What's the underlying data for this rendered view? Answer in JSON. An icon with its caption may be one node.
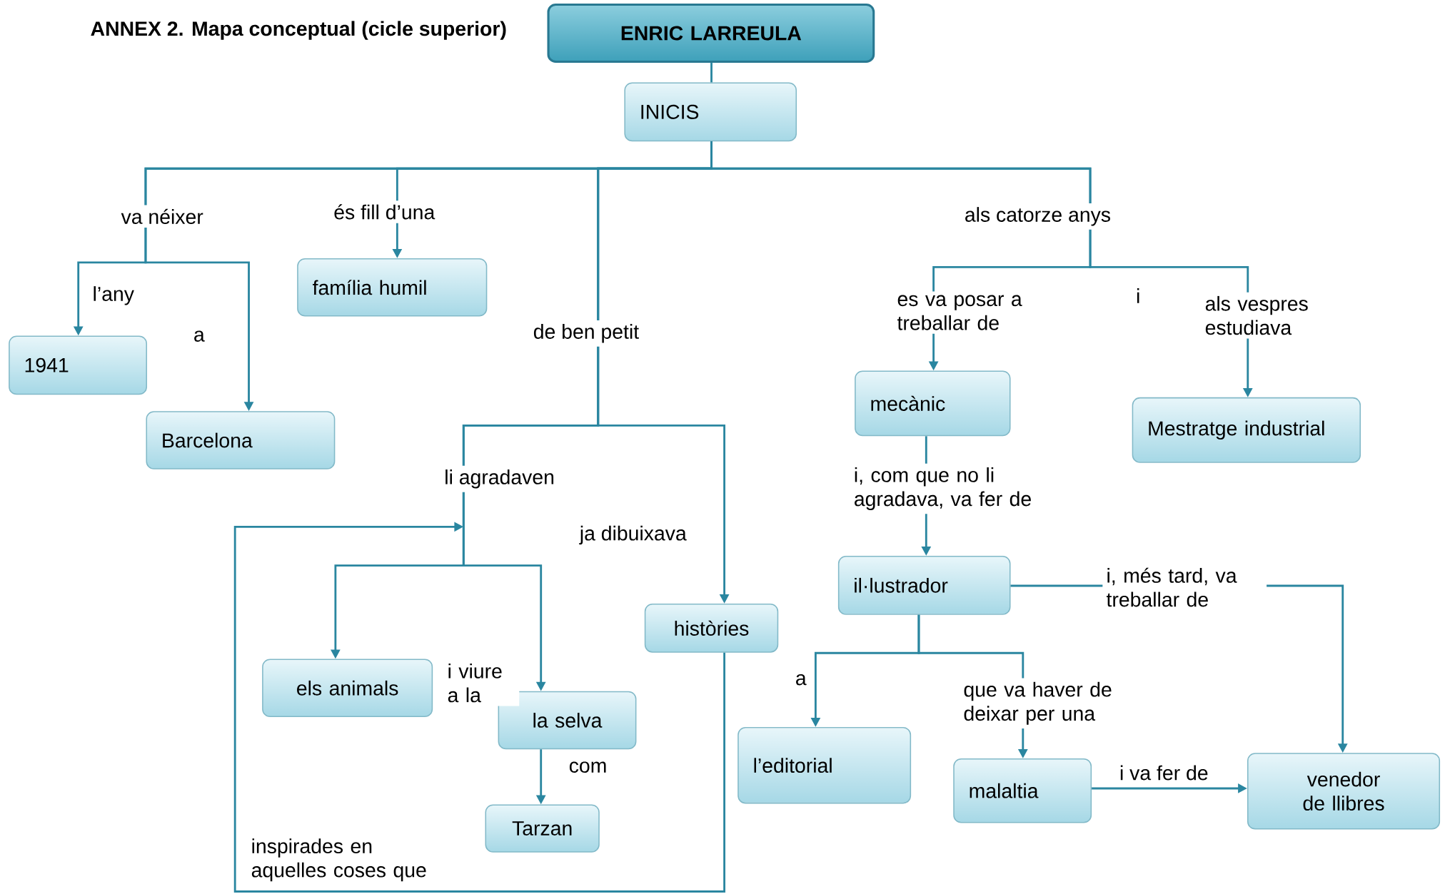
{
  "diagram": {
    "title": "ANNEX 2. Mapa conceptual (cicle superior)",
    "nodes": [
      {
        "text": [
          "ENRIC LARREULA"
        ]
      },
      {
        "text": [
          "INICIS"
        ]
      },
      {
        "text": [
          "família humil"
        ]
      },
      {
        "text": [
          "1941"
        ]
      },
      {
        "text": [
          "Barcelona"
        ]
      },
      {
        "text": [
          "mecànic"
        ]
      },
      {
        "text": [
          "Mestratge industrial"
        ]
      },
      {
        "text": [
          "il·lustrador"
        ]
      },
      {
        "text": [
          "històries"
        ]
      },
      {
        "text": [
          "els animals"
        ]
      },
      {
        "text": [
          "la selva"
        ]
      },
      {
        "text": [
          "Tarzan"
        ]
      },
      {
        "text": [
          "l’editorial"
        ]
      },
      {
        "text": [
          "malaltia"
        ]
      },
      {
        "text": [
          "venedor de llibres"
        ]
      }
    ],
    "edges": [
      {
        "from": 0,
        "to": 1,
        "arrow": "none"
      },
      {
        "from": 1,
        "to": 3,
        "arrow": "to"
      },
      {
        "from": 1,
        "to": 4,
        "arrow": "to"
      },
      {
        "from": 1,
        "to": 2,
        "arrow": "to"
      },
      {
        "from": 1,
        "to": 9,
        "arrow": "to"
      },
      {
        "from": 1,
        "to": 10,
        "arrow": "to"
      },
      {
        "from": 1,
        "to": 8,
        "arrow": "to"
      },
      {
        "from": 1,
        "to": 5,
        "arrow": "to"
      },
      {
        "from": 1,
        "to": 6,
        "arrow": "to"
      },
      {
        "from": 5,
        "to": 7,
        "arrow": "to"
      },
      {
        "from": 7,
        "to": 12,
        "arrow": "to"
      },
      {
        "from": 7,
        "to": 13,
        "arrow": "to"
      },
      {
        "from": 7,
        "to": 14,
        "arrow": "to"
      },
      {
        "from": 13,
        "to": 14,
        "arrow": "to"
      },
      {
        "from": 10,
        "to": 11,
        "arrow": "to"
      },
      {
        "from": 8,
        "to": null,
        "arrow": "to"
      }
    ],
    "labels": [
      "va néixer",
      "és fill d’una",
      "als catorze anys",
      "l’any",
      "i",
      "es va posar a treballar de",
      "als vespres estudiava",
      "de ben petit",
      "a",
      "i, com que no li agradava, va fer de",
      "li agradaven",
      "ja dibuixava",
      "i, més tard, va treballar de",
      "i viure a la",
      "a",
      "que va haver de deixar per una",
      "com",
      "i va fer de",
      "inspirades en aquelles coses que"
    ]
  }
}
